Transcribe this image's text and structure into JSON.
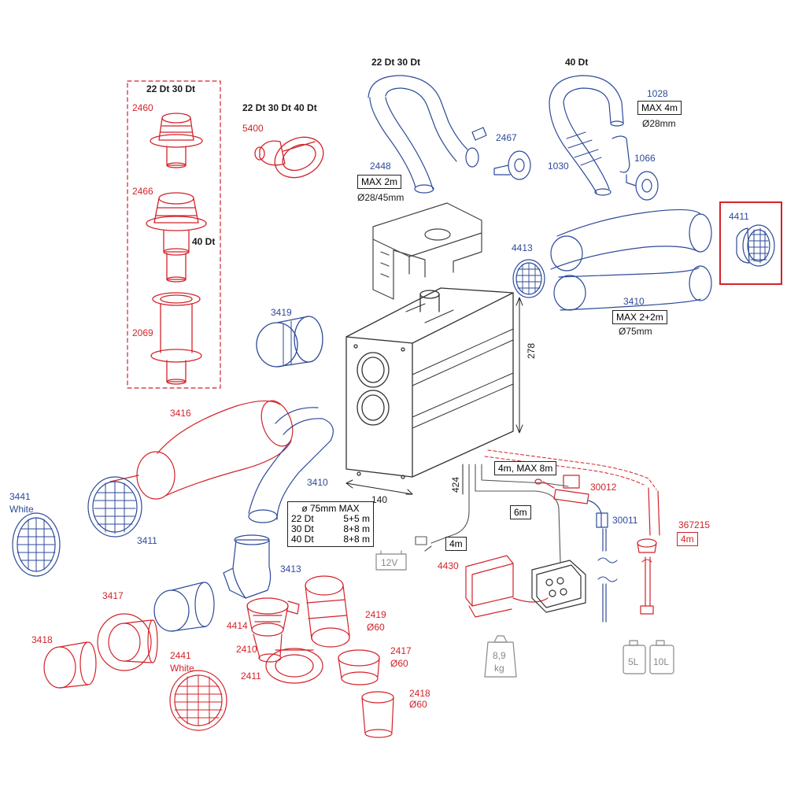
{
  "top_labels": {
    "dt_22_30_left": "22 Dt   30 Dt",
    "dt_22_30_40": "22 Dt  30 Dt  40 Dt",
    "dt_22_30_mid": "22 Dt   30 Dt",
    "dt_40_right": "40 Dt",
    "dt_40_stack": "40 Dt"
  },
  "parts": {
    "p2460": "2460",
    "p2466": "2466",
    "p2069": "2069",
    "p5400": "5400",
    "p2448": "2448",
    "p2467": "2467",
    "p1028": "1028",
    "p1030": "1030",
    "p1066": "1066",
    "p4411": "4411",
    "p4413": "4413",
    "p3410a": "3410",
    "p3419": "3419",
    "p3416": "3416",
    "p3410b": "3410",
    "p3441": "3441",
    "p3441_white": "White",
    "p3411a": "3411",
    "p3413": "3413",
    "p3417": "3417",
    "p3418": "3418",
    "p4414": "4414",
    "p2410": "2410",
    "p2411": "2411",
    "p2441": "2441",
    "p2441_white": "White",
    "p2419": "2419",
    "p2419_d": "Ø60",
    "p2417": "2417",
    "p2417_d": "Ø60",
    "p2418": "2418",
    "p2418_d": "Ø60",
    "p4430": "4430",
    "p30012": "30012",
    "p30011": "30011",
    "p367215": "367215"
  },
  "boxes": {
    "max2m": "MAX 2m",
    "max4m": "MAX 4m",
    "max2p2m": "MAX 2+2m",
    "b4m_max8m": "4m, MAX 8m",
    "b6m": "6m",
    "b4m_a": "4m",
    "b4m_b": "4m",
    "b12v": "12V",
    "b8_9": "8,9",
    "b_kg": "kg",
    "b5l": "5L",
    "b10l": "10L"
  },
  "dims": {
    "d28_45": "Ø28/45mm",
    "d28": "Ø28mm",
    "d75": "Ø75mm",
    "h278": "278",
    "w140": "140",
    "d424": "424"
  },
  "spec": {
    "header": "ø 75mm MAX",
    "rows": [
      {
        "model": "22 Dt",
        "value": "5+5 m"
      },
      {
        "model": "30 Dt",
        "value": "8+8 m"
      },
      {
        "model": "40 Dt",
        "value": "8+8 m"
      }
    ]
  },
  "colors": {
    "red": "#d2232a",
    "blue": "#2d4a9a",
    "line": "#222222"
  }
}
